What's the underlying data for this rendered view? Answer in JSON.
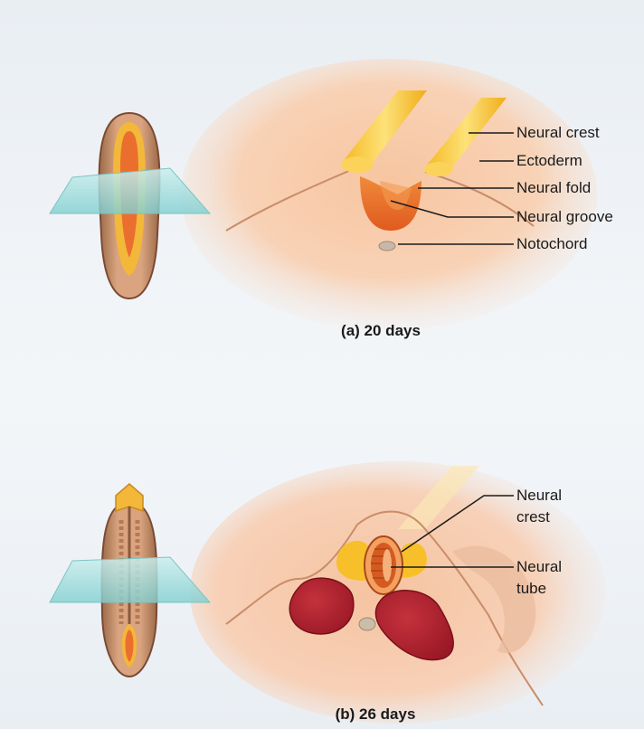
{
  "panel_a": {
    "caption": "(a) 20 days",
    "labels": {
      "neural_crest": "Neural crest",
      "ectoderm": "Ectoderm",
      "neural_fold": "Neural fold",
      "neural_groove": "Neural groove",
      "notochord": "Notochord"
    }
  },
  "panel_b": {
    "caption": "(b) 26 days",
    "labels": {
      "neural_crest_1": "Neural",
      "neural_crest_2": "crest",
      "neural_tube_1": "Neural",
      "neural_tube_2": "tube"
    }
  },
  "colors": {
    "background": "#eef2f6",
    "skin": "#f7c9a3",
    "neural_plate_orange": "#e8692a",
    "neural_crest_yellow": "#f7c02a",
    "somite_red": "#b4202e",
    "glass_plane": "#8fd4d6"
  }
}
